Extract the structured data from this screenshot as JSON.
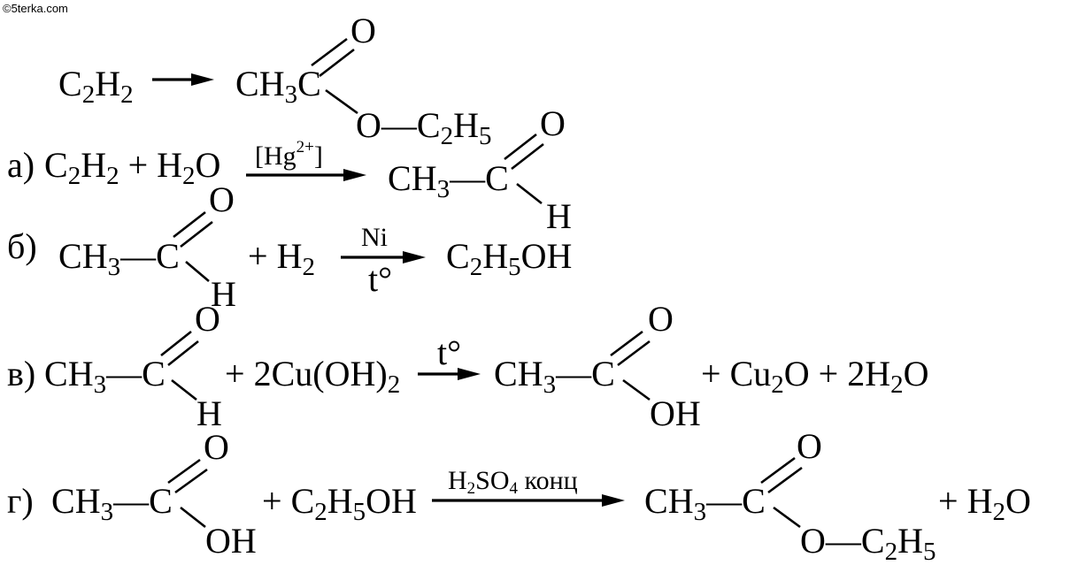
{
  "watermark": "©5terka.com",
  "glyphs": {
    "C": "C",
    "H": "H",
    "O": "O",
    "OH": "OH",
    "Ni": "Ni",
    "Cu": "Cu",
    "S": "S",
    "sub2": "2",
    "sub3": "3",
    "sub4": "4",
    "sub5": "5",
    "plus": "+",
    "dash": "—",
    "temp": "t°",
    "h2o_coef": "2",
    "cu_coef": "2",
    "hg_open": "[Hg",
    "hg_charge": "2+",
    "hg_close": "]",
    "cu_paren_open": "(",
    "cu_paren_close": ")",
    "konc": " конц"
  },
  "reactions": {
    "main": {
      "label": ""
    },
    "a": {
      "label": "а)"
    },
    "b": {
      "label": "б)"
    },
    "v": {
      "label": "в)"
    },
    "g": {
      "label": "г)"
    }
  }
}
